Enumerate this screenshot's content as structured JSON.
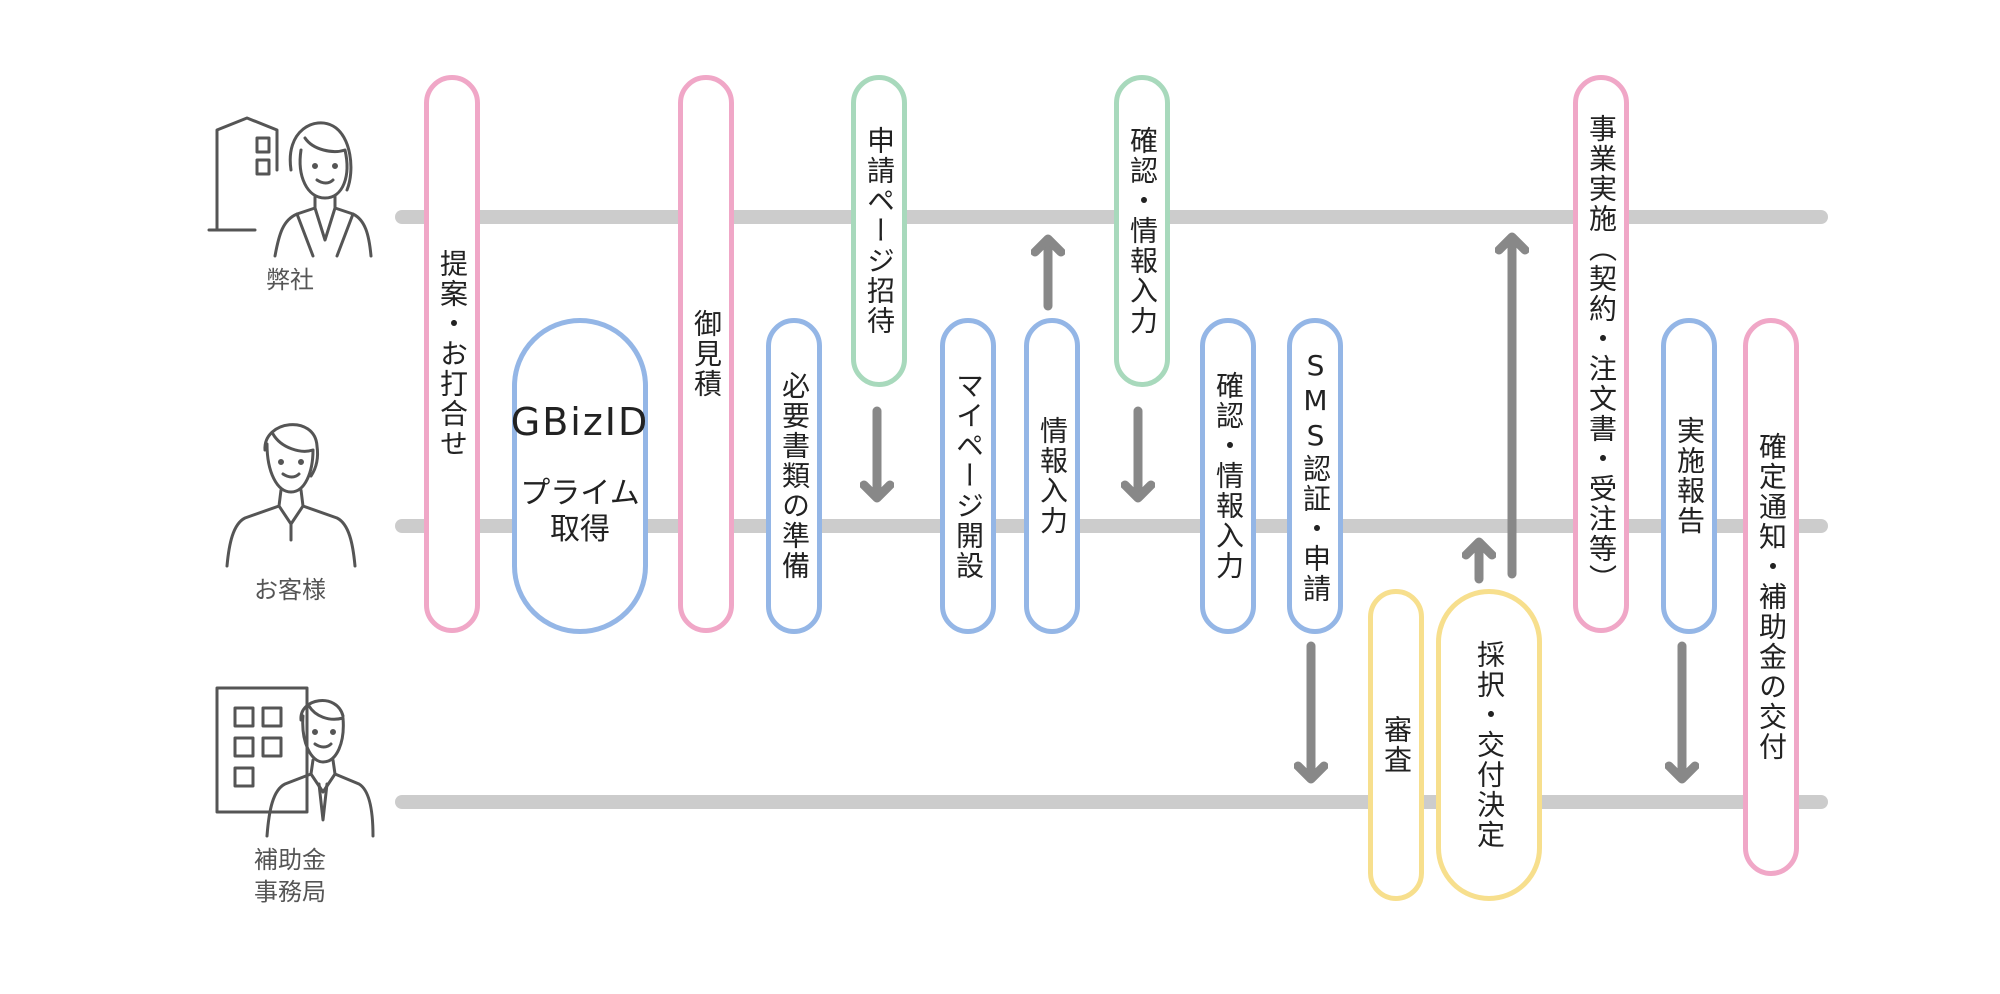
{
  "colors": {
    "pink": "#f0a7c7",
    "blue": "#94b6e6",
    "green": "#a8d9bc",
    "yellow": "#f7df8d",
    "lane": "#cccccc",
    "arrow": "#888888"
  },
  "actors": {
    "company": {
      "label": "弊社",
      "icon": "businesswoman-building-icon"
    },
    "customer": {
      "label": "お客様",
      "icon": "customer-person-icon"
    },
    "office": {
      "label": "補助金\n事務局",
      "icon": "businessman-building-icon"
    }
  },
  "steps": {
    "proposal": "提案・お打合せ",
    "gbizid_line1": "GBizID",
    "gbizid_line2": "プライム\n取得",
    "estimate": "御見積",
    "documents": "必要書類の準備",
    "invite": "申請ページ招待",
    "mypage": "マイページ開設",
    "input": "情報入力",
    "confirm_company": "確認・情報入力",
    "confirm_customer": "確認・情報入力",
    "sms": "SMS認証・申請",
    "review": "審査",
    "adoption": "採択・交付決定",
    "implementation": "事業実施（契約・注文書・受注等）",
    "report": "実施報告",
    "final": "確定通知・補助金の交付"
  }
}
